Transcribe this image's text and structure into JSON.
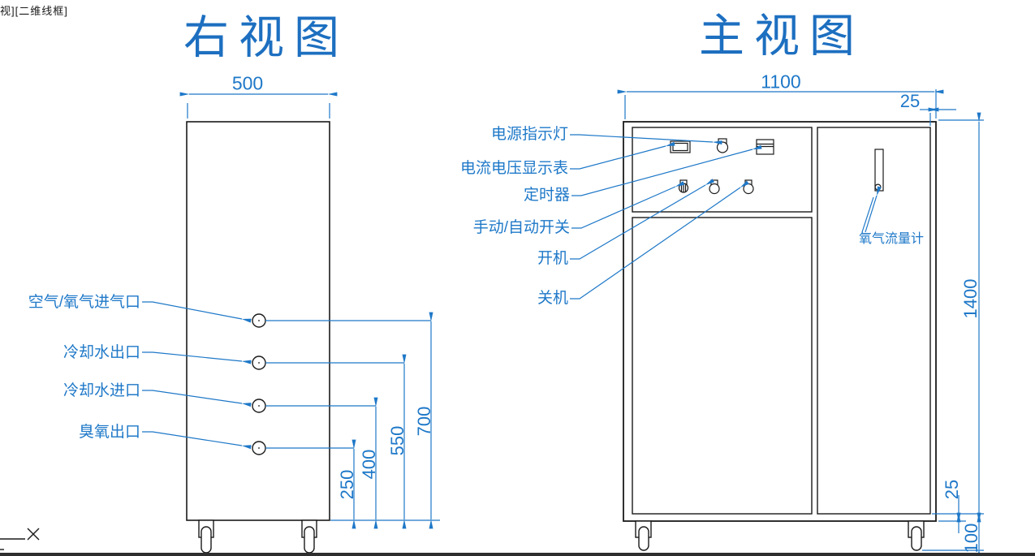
{
  "app": {
    "viewport_label": "视][二维线框]"
  },
  "right_view": {
    "title": "右视图",
    "width_dim": "500",
    "port_labels": [
      "空气/氧气进气口",
      "冷却水出口",
      "冷却水进口",
      "臭氧出口"
    ],
    "height_dims": [
      "250",
      "400",
      "550",
      "700"
    ]
  },
  "front_view": {
    "title": "主视图",
    "width_dim": "1100",
    "top_frame_dim": "25",
    "height_dim": "1400",
    "bottom_frame_dim": "25",
    "caster_height_dim": "100",
    "control_labels": [
      "电源指示灯",
      "电流电压显示表",
      "定时器",
      "手动/自动开关",
      "开机",
      "关机"
    ],
    "flow_meter_label": "氧气流量计"
  },
  "colors": {
    "annotation_blue": "#1e78c8",
    "title_blue": "#1d6fc0",
    "line_black": "#1a1a1a"
  }
}
